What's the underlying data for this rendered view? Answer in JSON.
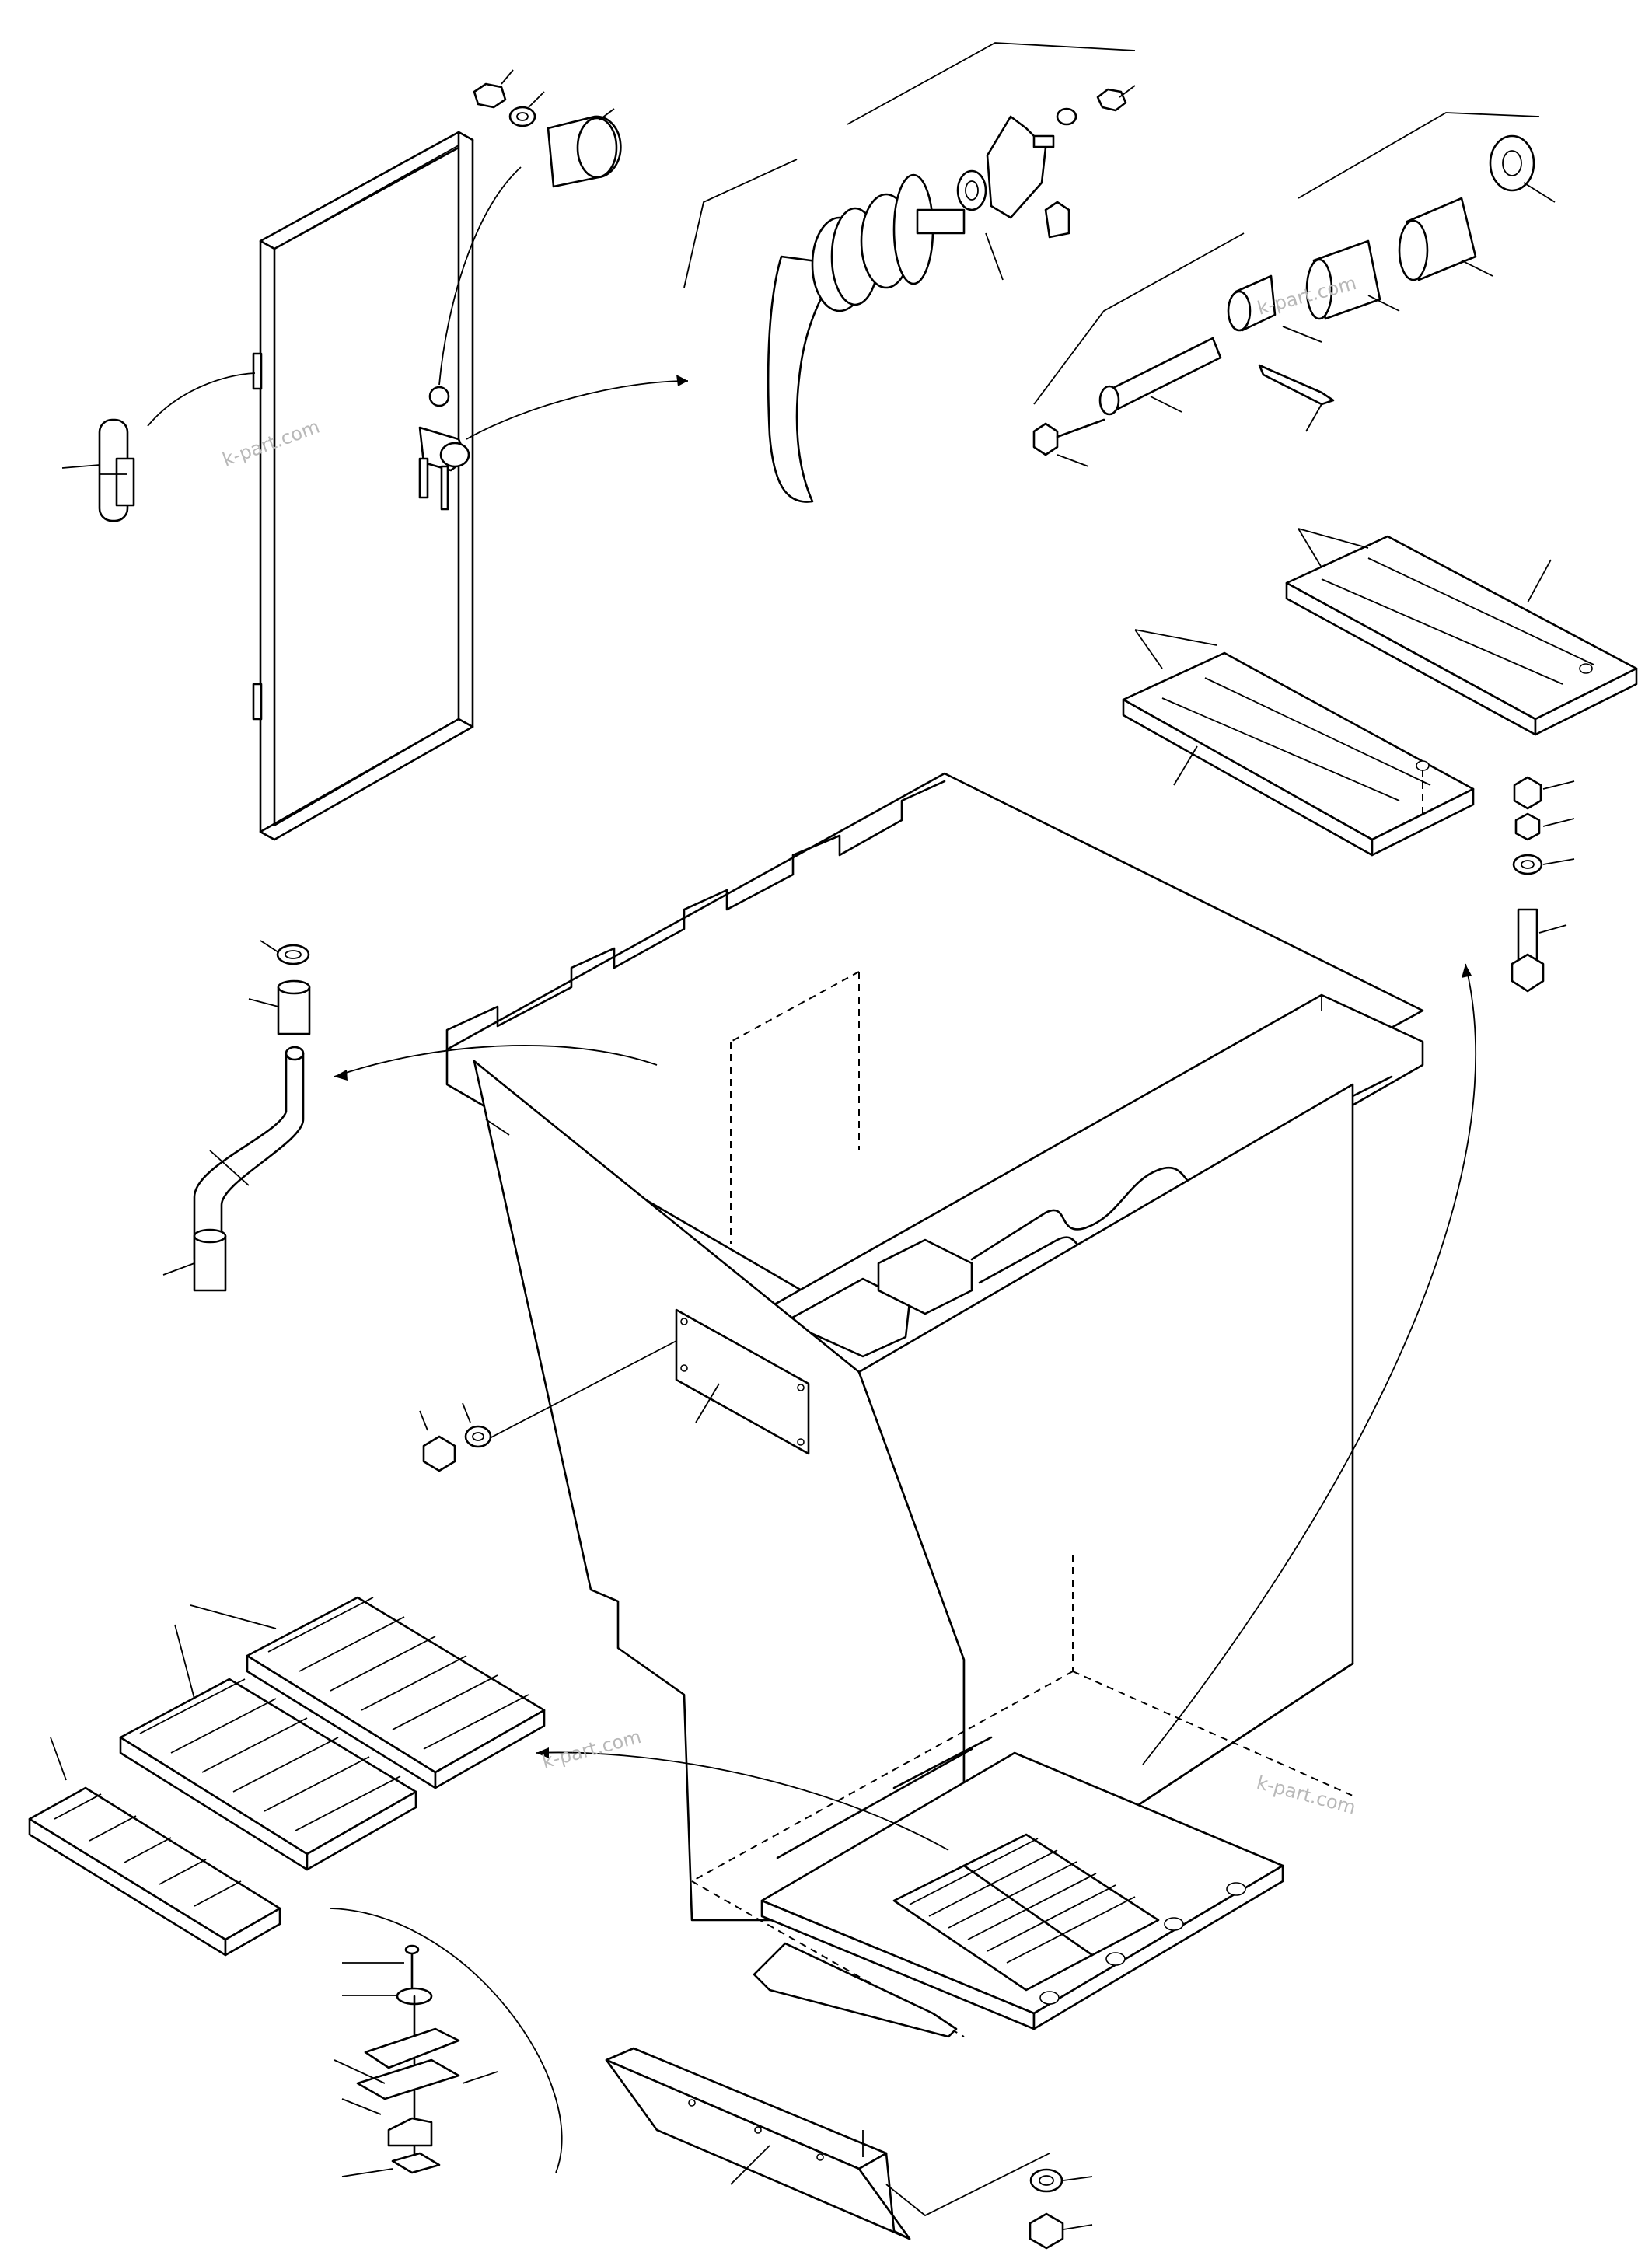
{
  "diagram": {
    "type": "exploded parts diagram",
    "watermarks": [
      {
        "text": "k-part.com"
      },
      {
        "text": "k-part.com"
      },
      {
        "text": "k-part.com"
      },
      {
        "text": "k-part.com"
      }
    ],
    "components": [
      "door-frame",
      "door-hinge",
      "door-lock-handle",
      "lock-cam-assembly",
      "roller-pin-assembly",
      "top-shelf-trays",
      "hex-bolt-stack",
      "tank-box",
      "name-plate",
      "bent-pipe",
      "pipe-sleeves",
      "perforated-step-treads",
      "tread-fastener-detail",
      "bottom-bracket",
      "bracket-nuts"
    ]
  }
}
